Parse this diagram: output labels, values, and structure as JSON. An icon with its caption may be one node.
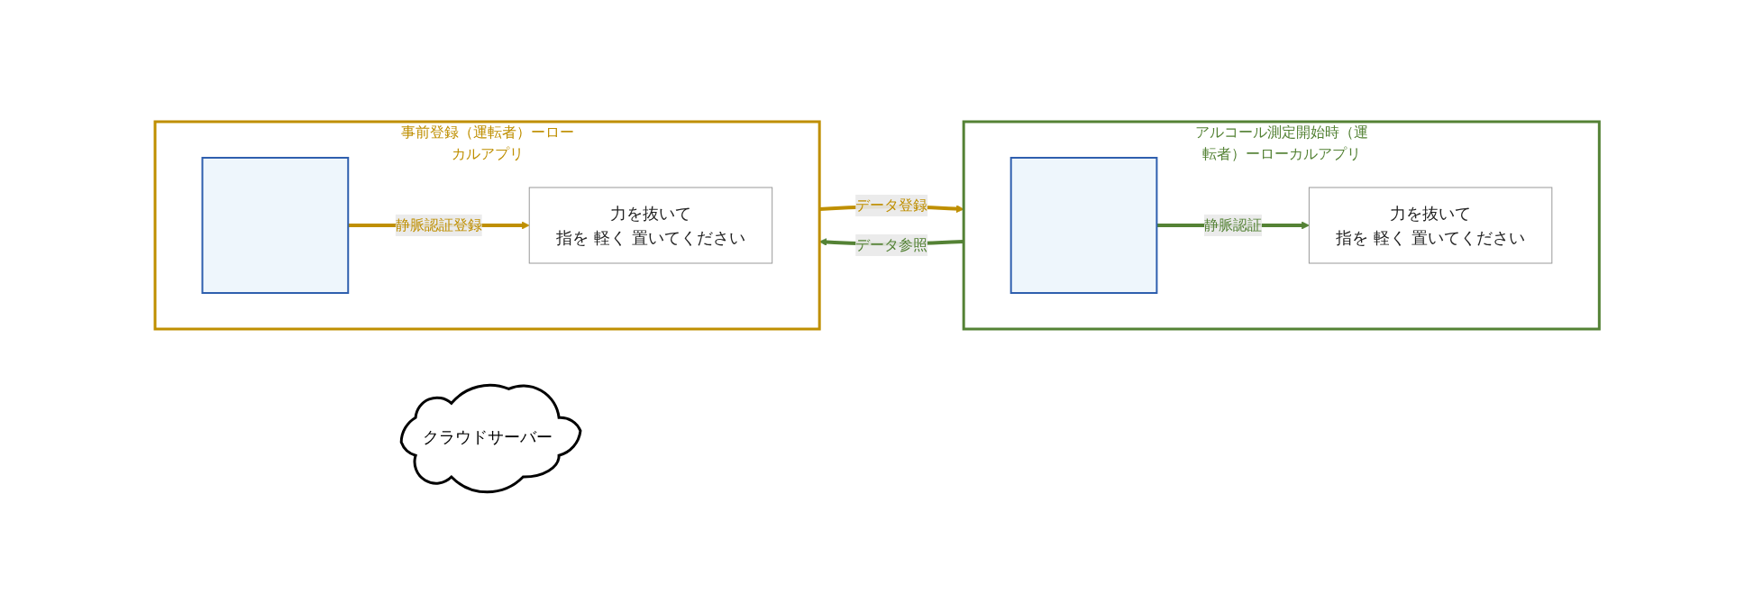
{
  "diagram": {
    "nodes": [
      {
        "text": [
          "事前登録（運転者）ーローカルアプリ"
        ]
      },
      {
        "text": [],
        "shape": "picture",
        "in": 0
      },
      {
        "text": [
          "力を抜いて",
          "指を 軽く 置いてください"
        ],
        "in": 0
      },
      {
        "text": [
          "クラウドサーバー"
        ]
      },
      {
        "text": [
          "アルコール測定開始時（運転者）ーローカルアプリ"
        ]
      },
      {
        "text": [],
        "shape": "picture",
        "in": 4
      },
      {
        "text": [
          "力を抜いて",
          "指を 軽く 置いてください"
        ],
        "in": 4
      }
    ],
    "edges": [
      {
        "from": 1,
        "to": 2,
        "arrow": "to",
        "label": "静脈認証登録",
        "color": "#bf8f00"
      },
      {
        "from": 0,
        "to": 4,
        "arrow": "to",
        "label": "データ登録",
        "color": "#bf8f00"
      },
      {
        "from": 4,
        "to": 0,
        "arrow": "to",
        "label": "データ参照",
        "color": "#548235"
      },
      {
        "from": 5,
        "to": 6,
        "arrow": "to",
        "label": "静脈認証",
        "color": "#548235"
      }
    ]
  }
}
